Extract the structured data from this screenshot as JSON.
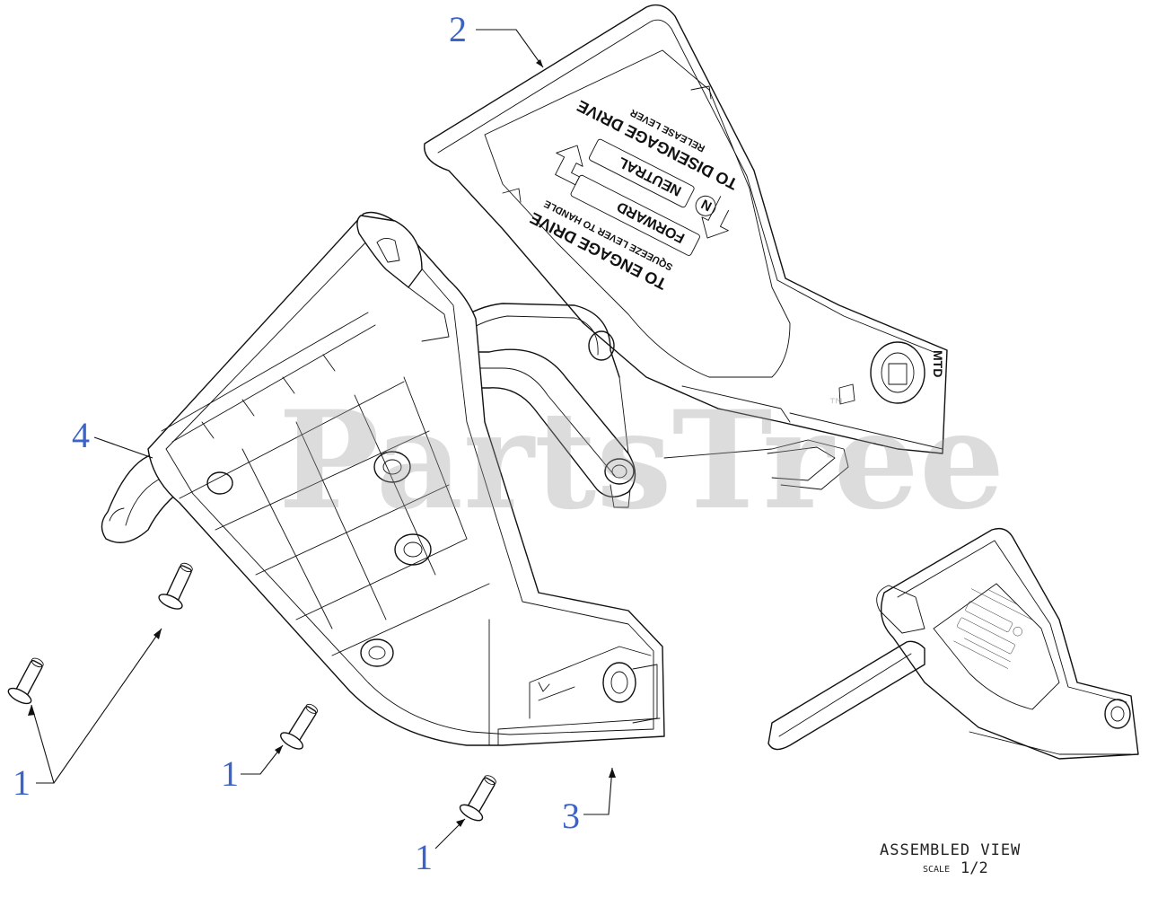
{
  "watermark": {
    "text": "PartsTree",
    "trademark": "™"
  },
  "decal": {
    "engage_title": "TO ENGAGE DRIVE",
    "engage_sub": "SQUEEZE LEVER TO HANDLE",
    "forward": "FORWARD",
    "neutral": "NEUTRAL",
    "neutral_badge": "N",
    "disengage_title": "TO DISENGAGE DRIVE",
    "disengage_sub": "RELEASE LEVER",
    "brand": "MTD"
  },
  "callouts": [
    {
      "label": "2",
      "part": "drive control decal cover"
    },
    {
      "label": "4",
      "part": "drive control lever"
    },
    {
      "label": "1",
      "part": "screw"
    },
    {
      "label": "1",
      "part": "screw"
    },
    {
      "label": "1",
      "part": "screw"
    },
    {
      "label": "3",
      "part": "lower housing"
    }
  ],
  "assembled_view": {
    "title": "ASSEMBLED VIEW",
    "scale_label": "SCALE",
    "scale_value": "1/2"
  }
}
